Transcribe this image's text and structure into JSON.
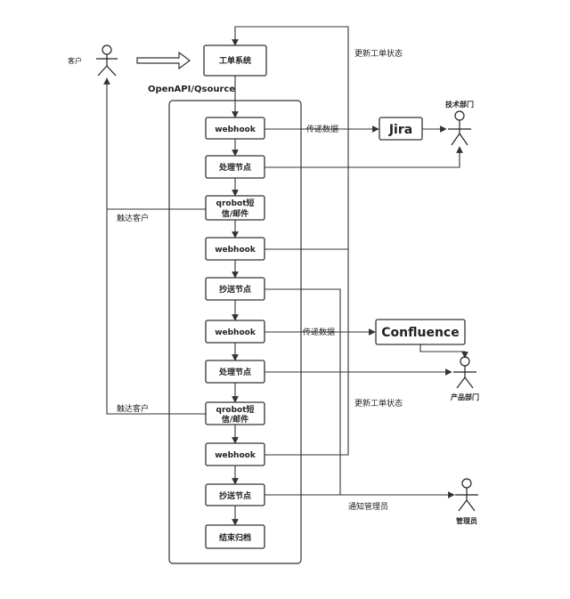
{
  "actors": {
    "customer": "客户",
    "tech_dept": "技术部门",
    "product_dept": "产品部门",
    "admin": "管理员"
  },
  "nodes": {
    "ticket_system": "工单系统",
    "webhook_1": "webhook",
    "process_1": "处理节点",
    "qrobot_1_line1": "qrobot短",
    "qrobot_1_line2": "信/邮件",
    "webhook_2": "webhook",
    "cc_1": "抄送节点",
    "webhook_3": "webhook",
    "process_2": "处理节点",
    "qrobot_2_line1": "qrobot短",
    "qrobot_2_line2": "信/邮件",
    "webhook_4": "webhook",
    "cc_2": "抄送节点",
    "end": "结束归档"
  },
  "external": {
    "jira": "Jira",
    "confluence": "Confluence"
  },
  "labels": {
    "openapi": "OpenAPI/Qsource",
    "update_status_1": "更新工单状态",
    "update_status_2": "更新工单状态",
    "pass_data_1": "传递数据",
    "pass_data_2": "传递数据",
    "reach_customer_1": "触达客户",
    "reach_customer_2": "触达客户",
    "notify_admin": "通知管理员"
  }
}
